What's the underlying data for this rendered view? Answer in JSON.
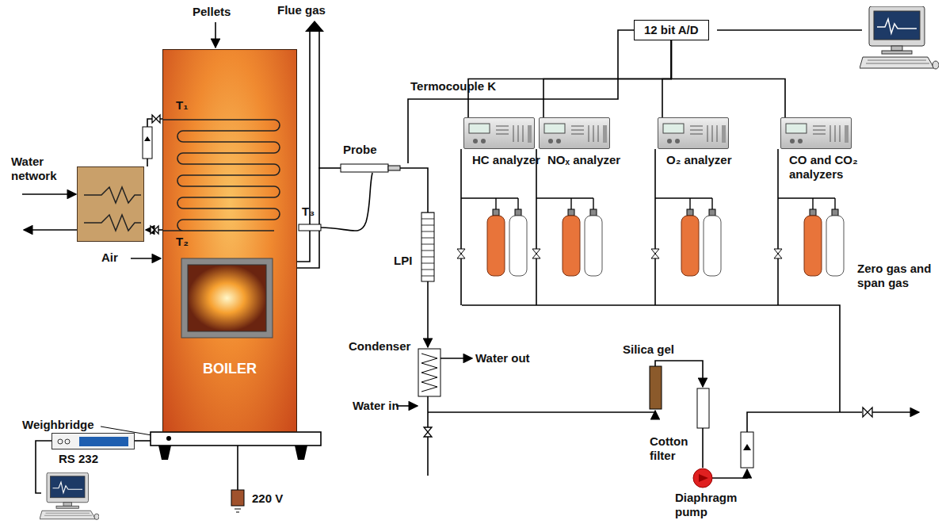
{
  "diagram": {
    "nodes": [
      {
        "text": [
          "BOILER"
        ]
      },
      {
        "text": [
          "Water network"
        ]
      },
      {
        "text": [
          "12 bit A/D"
        ]
      },
      {
        "text": [
          "HC analyzer"
        ]
      },
      {
        "text": [
          "NOₓ analyzer"
        ]
      },
      {
        "text": [
          "O₂ analyzer"
        ]
      },
      {
        "text": [
          "CO and CO₂ analyzers"
        ]
      },
      {
        "text": [
          "RS 232"
        ]
      }
    ],
    "edges": [
      {
        "from": 2,
        "to": 3,
        "arrow": "none"
      },
      {
        "from": 2,
        "to": 4,
        "arrow": "none"
      },
      {
        "from": 2,
        "to": 5,
        "arrow": "none"
      },
      {
        "from": 2,
        "to": 6,
        "arrow": "none"
      }
    ],
    "labels": [
      "Pellets",
      "Flue gas",
      "T₁",
      "T₂",
      "T₃",
      "Air",
      "Weighbridge",
      "220 V",
      "Termocouple K",
      "Probe",
      "LPI",
      "Condenser",
      "Water out",
      "Water in",
      "Silica gel",
      "Cotton filter",
      "Diaphragm pump",
      "Zero gas and span gas"
    ]
  }
}
